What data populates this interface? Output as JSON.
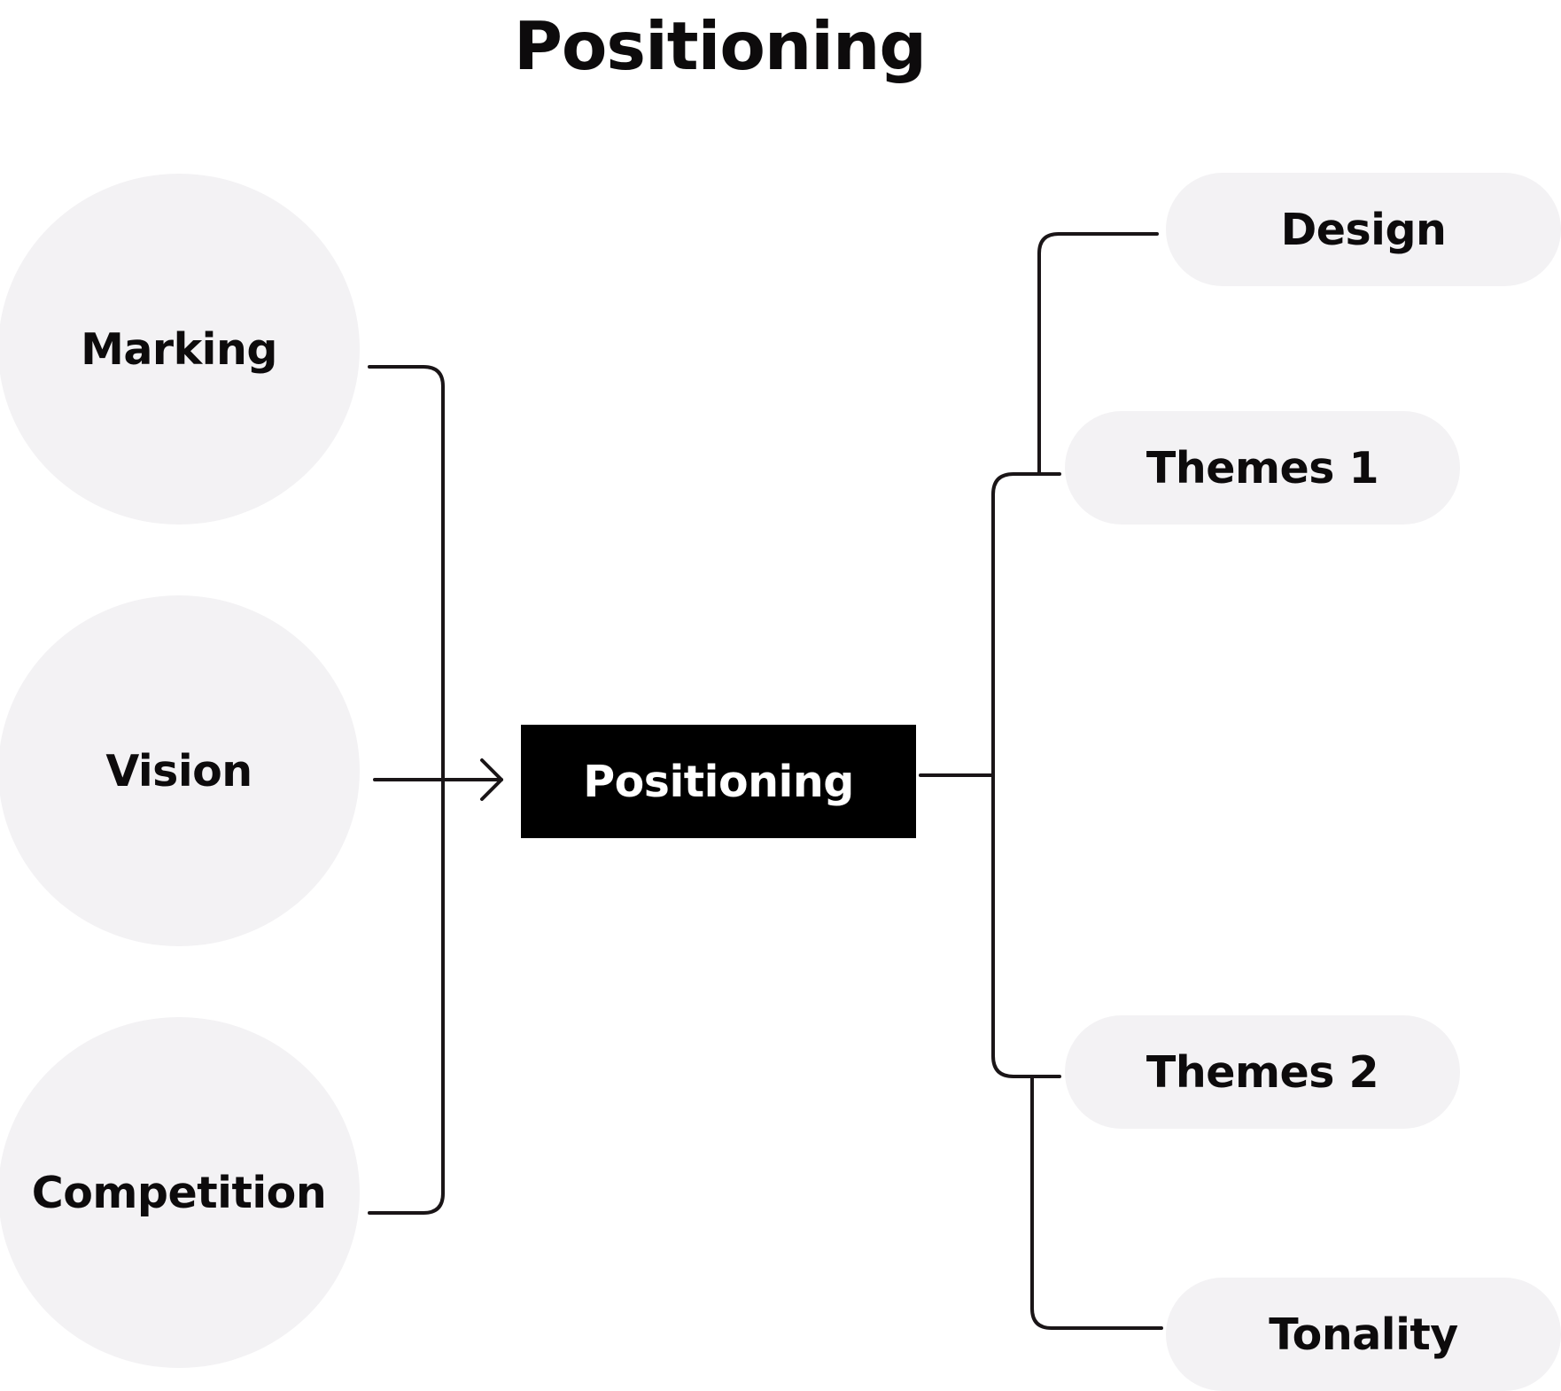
{
  "title": "Positioning",
  "inputs": [
    {
      "id": "marking",
      "label": "Marking"
    },
    {
      "id": "vision",
      "label": "Vision"
    },
    {
      "id": "competition",
      "label": "Competition"
    }
  ],
  "center": {
    "label": "Positioning"
  },
  "outputs": [
    {
      "id": "design",
      "label": "Design"
    },
    {
      "id": "themes-1",
      "label": "Themes 1"
    },
    {
      "id": "themes-2",
      "label": "Themes 2"
    },
    {
      "id": "tonality",
      "label": "Tonality"
    }
  ],
  "colors": {
    "node_fill": "#f3f2f4",
    "center_fill": "#000000",
    "center_text": "#ffffff",
    "line": "#1a1517",
    "text": "#0d0b0c"
  }
}
